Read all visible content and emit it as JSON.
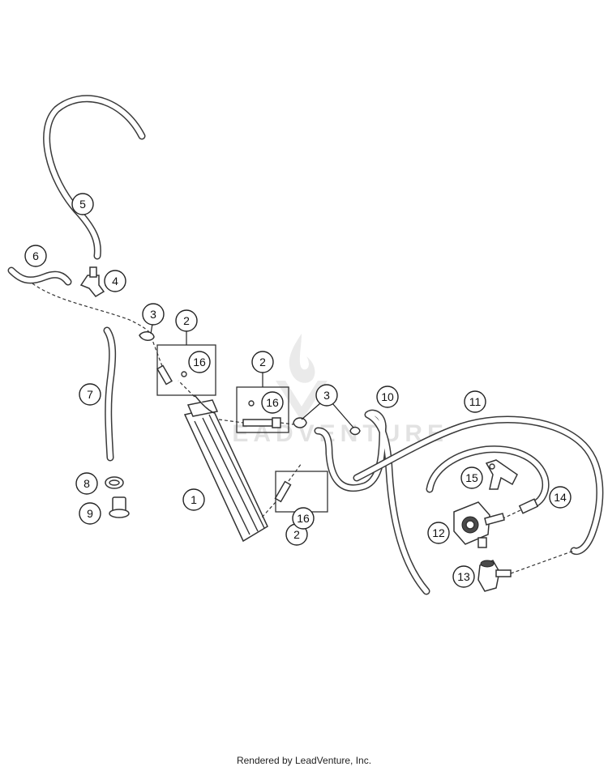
{
  "callouts": {
    "c1": "1",
    "c2a": "2",
    "c2b": "2",
    "c2c": "2",
    "c3a": "3",
    "c3b": "3",
    "c4": "4",
    "c5": "5",
    "c6": "6",
    "c7": "7",
    "c8": "8",
    "c9": "9",
    "c10": "10",
    "c11": "11",
    "c12": "12",
    "c13": "13",
    "c14": "14",
    "c15": "15",
    "c16a": "16",
    "c16b": "16",
    "c16c": "16"
  },
  "watermark": "LEADVENTURE",
  "footer": "Rendered by LeadVenture, Inc."
}
